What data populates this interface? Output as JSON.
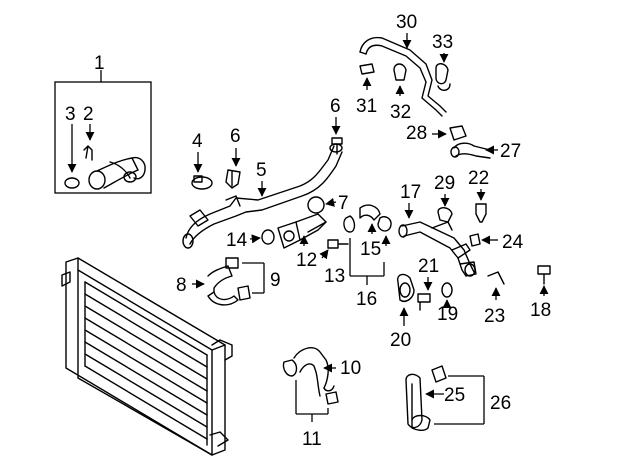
{
  "callouts": {
    "c1": "1",
    "c2": "2",
    "c3": "3",
    "c4": "4",
    "c5": "5",
    "c6a": "6",
    "c6b": "6",
    "c7": "7",
    "c8": "8",
    "c9": "9",
    "c10": "10",
    "c11": "11",
    "c12": "12",
    "c13": "13",
    "c14": "14",
    "c15": "15",
    "c16": "16",
    "c17": "17",
    "c18": "18",
    "c19": "19",
    "c20": "20",
    "c21": "21",
    "c22": "22",
    "c23": "23",
    "c24": "24",
    "c25": "25",
    "c26": "26",
    "c27": "27",
    "c28": "28",
    "c29": "29",
    "c30": "30",
    "c31": "31",
    "c32": "32",
    "c33": "33"
  }
}
